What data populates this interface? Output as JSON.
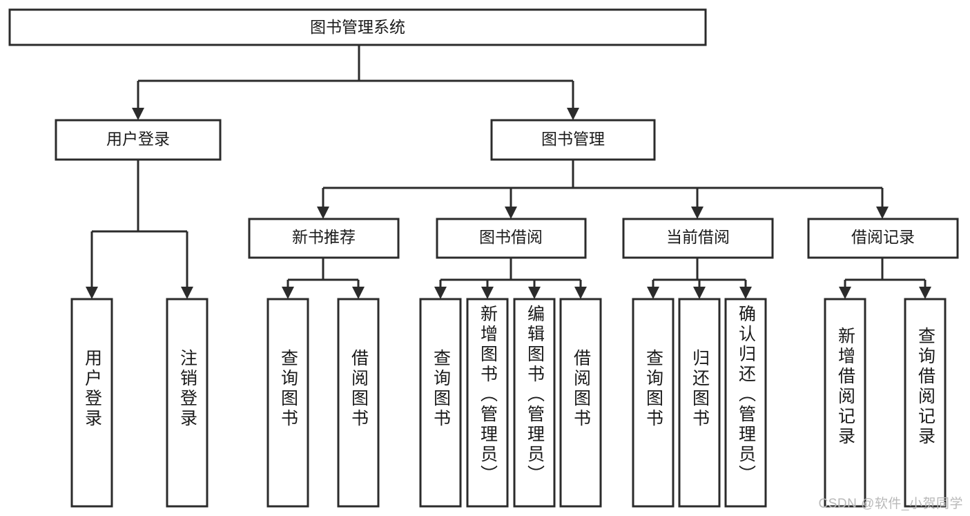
{
  "diagram": {
    "type": "tree-hierarchy",
    "title": "图书管理系统",
    "root": {
      "id": "root",
      "label": "图书管理系统",
      "orientation": "horizontal"
    },
    "level1": [
      {
        "id": "user-login",
        "label": "用户登录",
        "orientation": "horizontal"
      },
      {
        "id": "book-management",
        "label": "图书管理",
        "orientation": "horizontal"
      }
    ],
    "level2": [
      {
        "id": "new-book-recommend",
        "label": "新书推荐",
        "parent": "book-management",
        "orientation": "horizontal"
      },
      {
        "id": "book-borrow",
        "label": "图书借阅",
        "parent": "book-management",
        "orientation": "horizontal"
      },
      {
        "id": "current-borrow",
        "label": "当前借阅",
        "parent": "book-management",
        "orientation": "horizontal"
      },
      {
        "id": "borrow-record",
        "label": "借阅记录",
        "parent": "book-management",
        "orientation": "horizontal"
      }
    ],
    "leaves": [
      {
        "id": "leaf-user-login",
        "label": "用户登录",
        "parent": "user-login",
        "orientation": "vertical"
      },
      {
        "id": "leaf-logout",
        "label": "注销登录",
        "parent": "user-login",
        "orientation": "vertical"
      },
      {
        "id": "leaf-query-book-1",
        "label": "查询图书",
        "parent": "new-book-recommend",
        "orientation": "vertical"
      },
      {
        "id": "leaf-borrow-book-1",
        "label": "借阅图书",
        "parent": "new-book-recommend",
        "orientation": "vertical"
      },
      {
        "id": "leaf-query-book-2",
        "label": "查询图书",
        "parent": "book-borrow",
        "orientation": "vertical"
      },
      {
        "id": "leaf-add-book",
        "label": "新增图书（管理员）",
        "parent": "book-borrow",
        "orientation": "vertical"
      },
      {
        "id": "leaf-edit-book",
        "label": "编辑图书（管理员）",
        "parent": "book-borrow",
        "orientation": "vertical"
      },
      {
        "id": "leaf-borrow-book-2",
        "label": "借阅图书",
        "parent": "book-borrow",
        "orientation": "vertical"
      },
      {
        "id": "leaf-query-book-3",
        "label": "查询图书",
        "parent": "current-borrow",
        "orientation": "vertical"
      },
      {
        "id": "leaf-return-book",
        "label": "归还图书",
        "parent": "current-borrow",
        "orientation": "vertical"
      },
      {
        "id": "leaf-confirm-return",
        "label": "确认归还（管理员）",
        "parent": "current-borrow",
        "orientation": "vertical"
      },
      {
        "id": "leaf-add-record",
        "label": "新增借阅记录",
        "parent": "borrow-record",
        "orientation": "vertical"
      },
      {
        "id": "leaf-query-record",
        "label": "查询借阅记录",
        "parent": "borrow-record",
        "orientation": "vertical"
      }
    ],
    "colors": {
      "stroke": "#2b2b2b",
      "fill": "#ffffff",
      "text": "#1a1a1a",
      "background": "#ffffff",
      "watermark": "#b9b9b9"
    }
  },
  "watermark": {
    "text": "CSDN @软件_小贺同学"
  }
}
